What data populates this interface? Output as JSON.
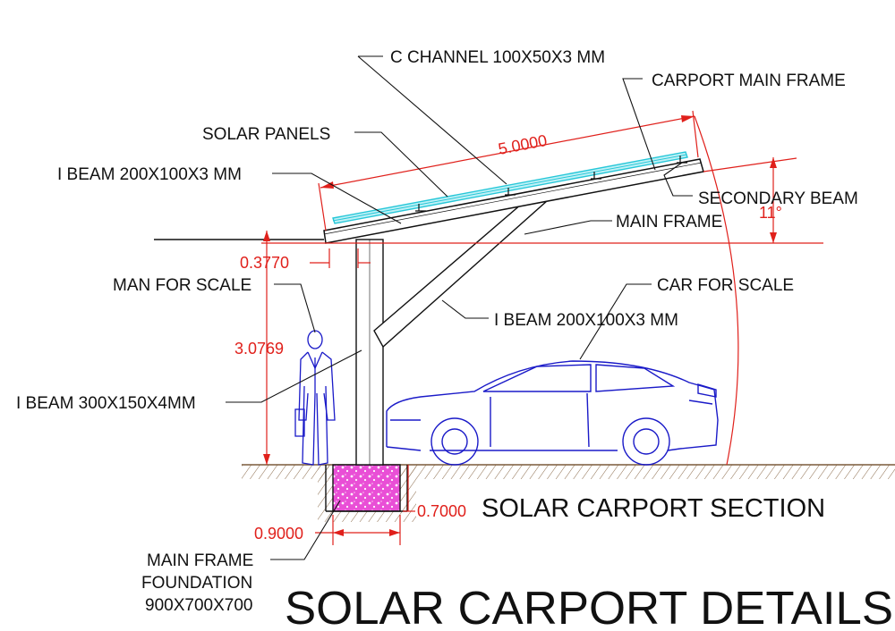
{
  "labels": {
    "c_channel": "C CHANNEL 100X50X3 MM",
    "carport_main_frame": "CARPORT MAIN FRAME",
    "solar_panels": "SOLAR PANELS",
    "i_beam_top": "I BEAM 200X100X3 MM",
    "secondary_beam": "SECONDARY BEAM",
    "main_frame": "MAIN FRAME",
    "man_for_scale": "MAN FOR SCALE",
    "car_for_scale": "CAR FOR SCALE",
    "i_beam_brace": "I BEAM 200X100X3 MM",
    "i_beam_column": "I BEAM 300X150X4MM",
    "foundation_line1": "MAIN FRAME",
    "foundation_line2": "FOUNDATION",
    "foundation_line3": "900X700X700"
  },
  "dimensions": {
    "rafter_length": "5.0000",
    "angle": "11°",
    "overhang": "0.3770",
    "column_height": "3.0769",
    "foundation_depth": "0.7000",
    "foundation_width": "0.9000"
  },
  "titles": {
    "section": "SOLAR CARPORT SECTION",
    "main": "SOLAR CARPORT DETAILS"
  },
  "colors": {
    "linework": "#111111",
    "dimension": "#e0201b",
    "vehicle_figure": "#1a1ac8",
    "panel": "#27c7d8",
    "foundation_fill": "#e94fd6"
  }
}
